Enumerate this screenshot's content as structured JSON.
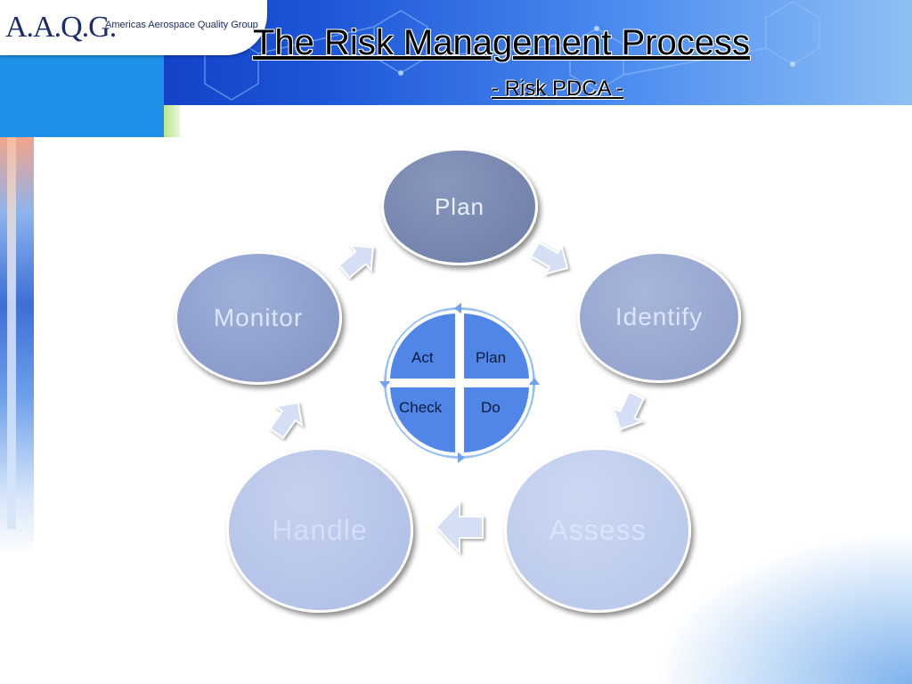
{
  "header": {
    "logo_mark": "A.A.Q.G.",
    "logo_name": "Americas Aerospace Quality Group",
    "title": "The Risk Management Process",
    "subtitle": "- Risk PDCA -"
  },
  "cycle": {
    "steps": [
      "Plan",
      "Identify",
      "Assess",
      "Handle",
      "Monitor"
    ]
  },
  "pdca": {
    "act": "Act",
    "plan": "Plan",
    "check": "Check",
    "do": "Do"
  },
  "colors": {
    "header_blue": "#1c55d8",
    "pdca_blue": "#4f86e8",
    "arrow_fill": "#d4def5"
  }
}
